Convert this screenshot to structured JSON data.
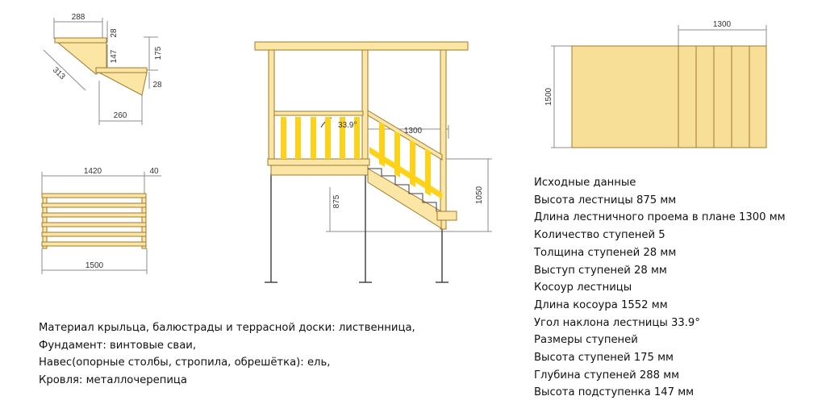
{
  "colors": {
    "wood_fill": "#fbe6a6",
    "wood_stroke": "#a0782c",
    "baluster": "#ffd21a",
    "line": "#3c3c3c",
    "dim_line": "#8c8c8c",
    "panel_fill": "#f7df98"
  },
  "step_detail": {
    "tread_depth": "288",
    "tread_thickness": "28",
    "riser_height": "147",
    "step_height": "175",
    "nosing": "28",
    "stringer_segment": "313",
    "run": "260"
  },
  "elevation": {
    "angle": "33.9°",
    "stair_opening": "1300",
    "stair_height": "875",
    "railing_height": "1050"
  },
  "deck": {
    "width_top": "1420",
    "overhang": "40",
    "width_bottom": "1500"
  },
  "plan": {
    "width": "1300",
    "height": "1500"
  },
  "notes_left": [
    "Материал крыльца, балюстрады и террасной доски: лиственница,",
    "Фундамент: винтовые сваи,",
    "Навес(опорные столбы, стропила, обрешётка): ель,",
    "Кровля: металлочерепица"
  ],
  "notes_right": [
    "Исходные данные",
    "Высота лестницы 875 мм",
    "Длина лестничного проема в плане 1300 мм",
    "Количество ступеней 5",
    "Толщина ступеней 28 мм",
    "Выступ ступеней 28 мм",
    "Косоур лестницы",
    "Длина косоура 1552 мм",
    "Угол наклона лестницы 33.9°",
    "Размеры ступеней",
    "Высота ступеней 175 мм",
    "Глубина ступеней 288 мм",
    "Высота подступенка 147 мм"
  ]
}
